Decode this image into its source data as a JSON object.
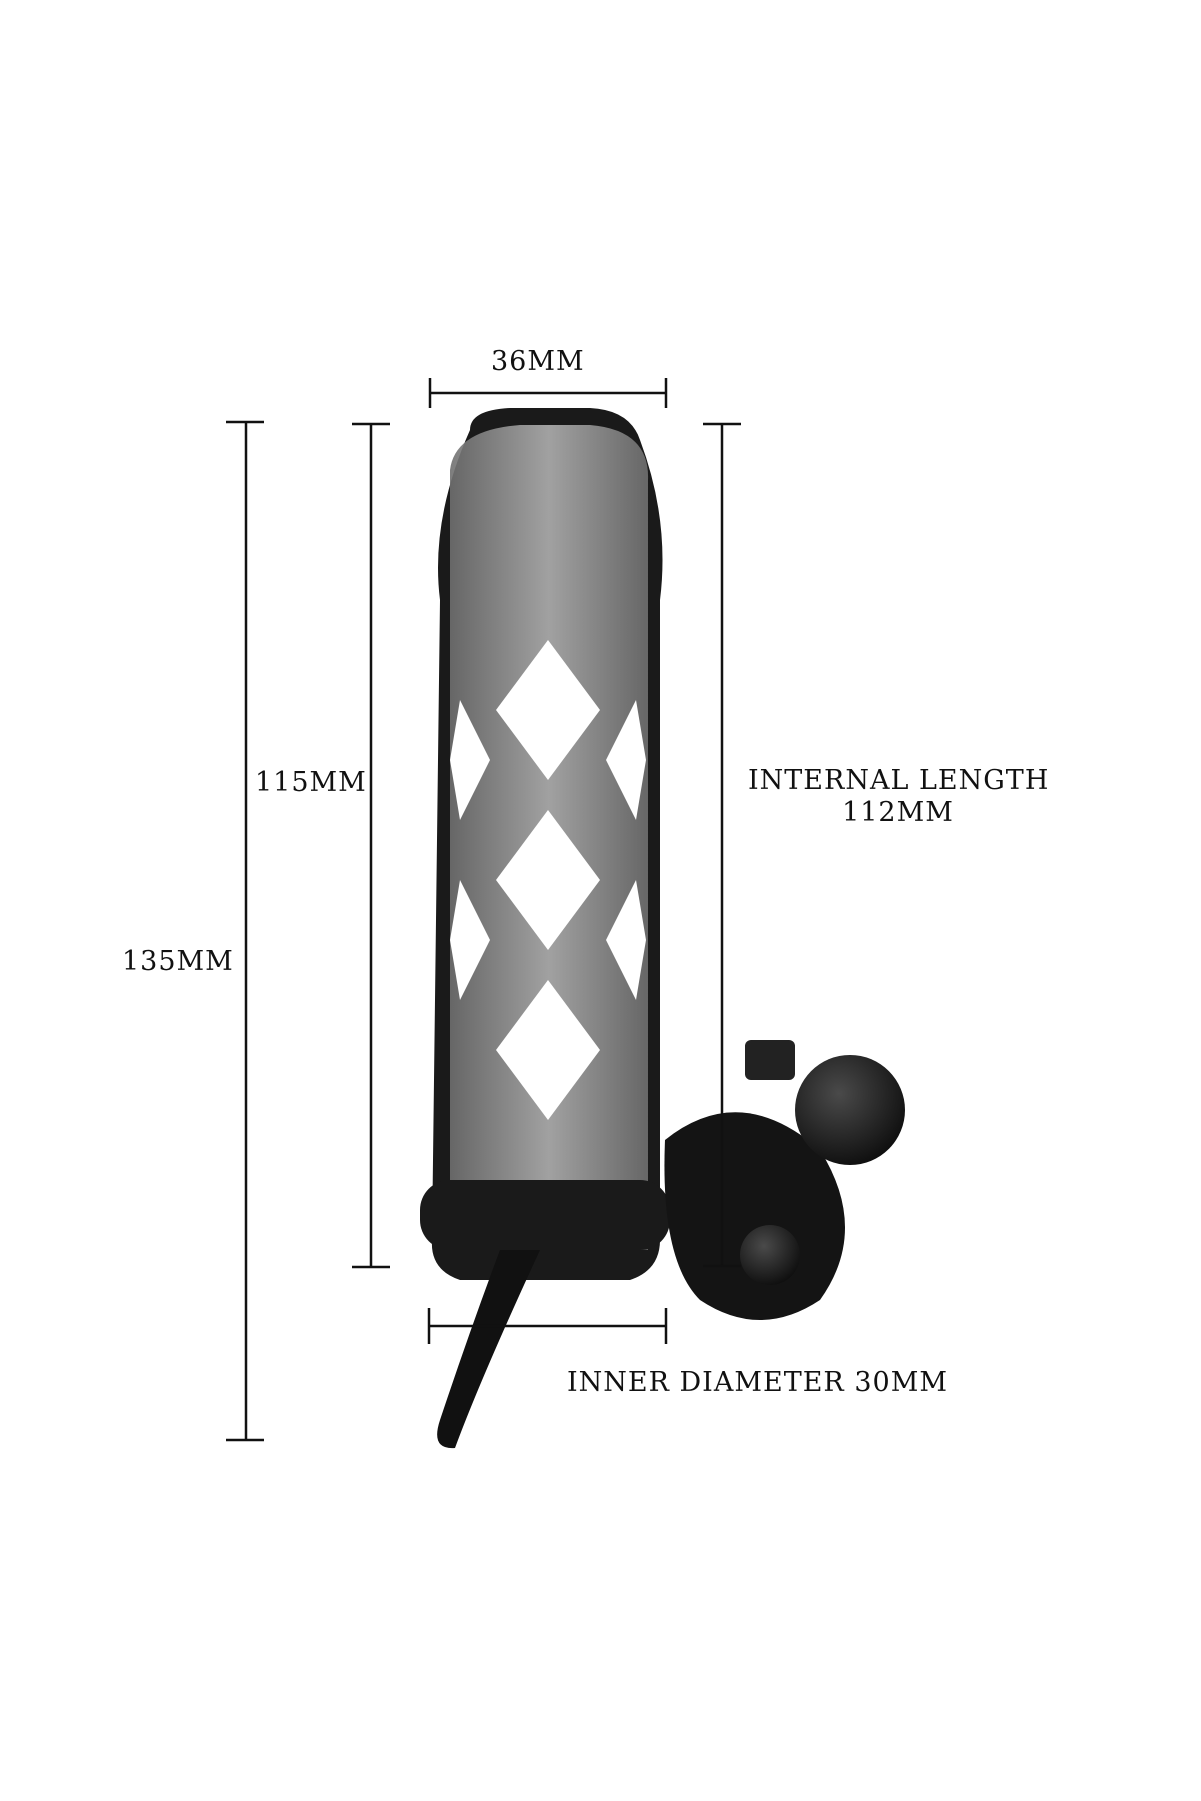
{
  "diagram": {
    "type": "product-dimension-diagram",
    "background_color": "#ffffff",
    "line_color": "#111111",
    "product_color": "#1a1a1a",
    "sleeve_color": "#8a8a8a"
  },
  "dimensions": {
    "top_width": {
      "label": "36MM",
      "value_mm": 36,
      "orientation": "horizontal"
    },
    "overall_length": {
      "label": "135MM",
      "value_mm": 135,
      "orientation": "vertical"
    },
    "sleeve_length": {
      "label": "115MM",
      "value_mm": 115,
      "orientation": "vertical"
    },
    "internal_length": {
      "label_line1": "INTERNAL LENGTH",
      "label_line2": "112MM",
      "value_mm": 112,
      "orientation": "vertical"
    },
    "inner_diameter": {
      "label": "INNER DIAMETER 30MM",
      "value_mm": 30,
      "orientation": "horizontal"
    }
  }
}
